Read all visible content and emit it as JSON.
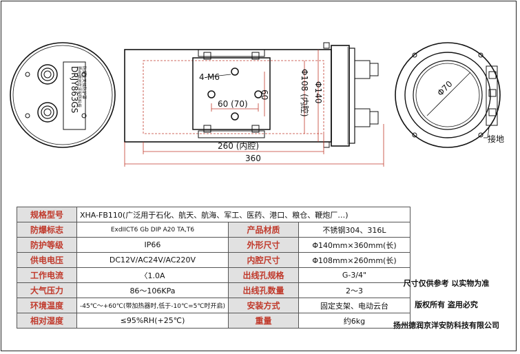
{
  "drawing": {
    "front_label_main": "DRJY863GS",
    "front_label_sub1": "扬州德润京洋安防科技",
    "front_label_sub2": "防爆全天候防护罩",
    "screw_label": "4-M6",
    "hole_spacing_h": "60 (70)",
    "hole_spacing_v": "60",
    "inner_diameter": "Φ108 (内腔)",
    "outer_diameter": "Φ140",
    "inner_length": "260 (内腔)",
    "total_length": "360",
    "window_diameter": "Φ70",
    "ground_label": "接地"
  },
  "specs": {
    "rows": [
      {
        "k1": "规格型号",
        "v1": "XHA-FB110(广泛用于石化、航天、航海、军工、医药、港口、粮仓、鞭炮厂…)",
        "full": true
      },
      {
        "k1": "防爆标志",
        "v1": "ExdIICT6 Gb DIP A20 TA,T6",
        "k2": "产品材质",
        "v2": "不锈钢304、316L"
      },
      {
        "k1": "防护等级",
        "v1": "IP66",
        "k2": "外形尺寸",
        "v2": "Φ140mm×360mm(长)"
      },
      {
        "k1": "供电电压",
        "v1": "DC12V/AC24V/AC220V",
        "k2": "内腔尺寸",
        "v2": "Φ108mm×260mm(长)"
      },
      {
        "k1": "工作电流",
        "v1": "〈1.0A",
        "k2": "出线孔规格",
        "v2": "G-3/4\""
      },
      {
        "k1": "大气压力",
        "v1": "86～106KPa",
        "k2": "出线孔数量",
        "v2": "2～3"
      },
      {
        "k1": "环境温度",
        "v1": "-45℃～+60℃(带加热器时,低于-10℃=5℃时开启)",
        "k2": "安装方式",
        "v2": "固定支架、电动云台"
      },
      {
        "k1": "相对湿度",
        "v1": "≤95%RH(+25℃)",
        "k2": "重量",
        "v2": "约6kg"
      }
    ]
  },
  "notes": {
    "line1": "尺寸仅供参考  以实物为准",
    "line2": "版权所有   盗用必究",
    "line3": "扬州德润京洋安防科技有限公司"
  },
  "colors": {
    "label_text": "#c0392b",
    "dim_line": "#c0392b",
    "label_bg": "#e1e1e1"
  }
}
